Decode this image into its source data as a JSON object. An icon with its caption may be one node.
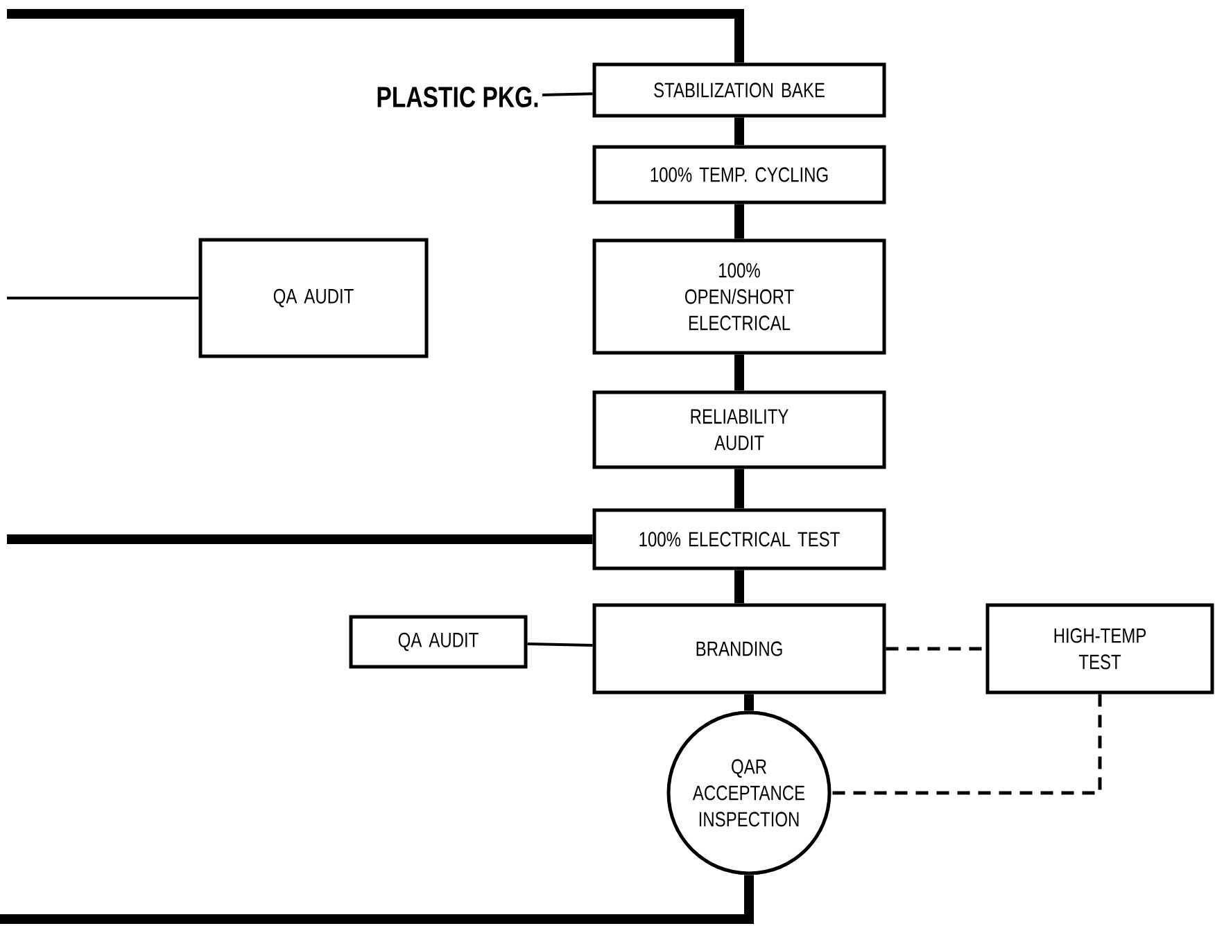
{
  "diagram": {
    "nodes": [
      {
        "text": [
          "PLASTIC PKG."
        ]
      },
      {
        "text": [
          "STABILIZATION BAKE"
        ]
      },
      {
        "text": [
          "100% TEMP. CYCLING"
        ]
      },
      {
        "text": [
          "QA AUDIT"
        ]
      },
      {
        "text": [
          "100% OPEN/SHORT ELECTRICAL"
        ]
      },
      {
        "text": [
          "RELIABILITY AUDIT"
        ]
      },
      {
        "text": [
          "100% ELECTRICAL TEST"
        ]
      },
      {
        "text": [
          "QA AUDIT"
        ]
      },
      {
        "text": [
          "BRANDING"
        ]
      },
      {
        "text": [
          "HIGH-TEMP TEST"
        ]
      },
      {
        "text": [
          "QAR ACCEPTANCE INSPECTION"
        ]
      }
    ],
    "edges": [
      {
        "from": null,
        "to": 1,
        "arrow": "none"
      },
      {
        "from": 0,
        "to": 1,
        "arrow": "none"
      },
      {
        "from": 1,
        "to": 2,
        "arrow": "none"
      },
      {
        "from": 2,
        "to": 4,
        "arrow": "none"
      },
      {
        "from": null,
        "to": 3,
        "arrow": "none"
      },
      {
        "from": 4,
        "to": 5,
        "arrow": "none"
      },
      {
        "from": 5,
        "to": 6,
        "arrow": "none"
      },
      {
        "from": null,
        "to": 6,
        "arrow": "none"
      },
      {
        "from": 6,
        "to": 8,
        "arrow": "none"
      },
      {
        "from": 7,
        "to": 8,
        "arrow": "none"
      },
      {
        "from": 8,
        "to": 9,
        "arrow": "none",
        "style": "dashed"
      },
      {
        "from": 9,
        "to": 10,
        "arrow": "none",
        "style": "dashed"
      },
      {
        "from": 8,
        "to": 10,
        "arrow": "none"
      },
      {
        "from": 10,
        "to": null,
        "arrow": "none"
      }
    ]
  }
}
